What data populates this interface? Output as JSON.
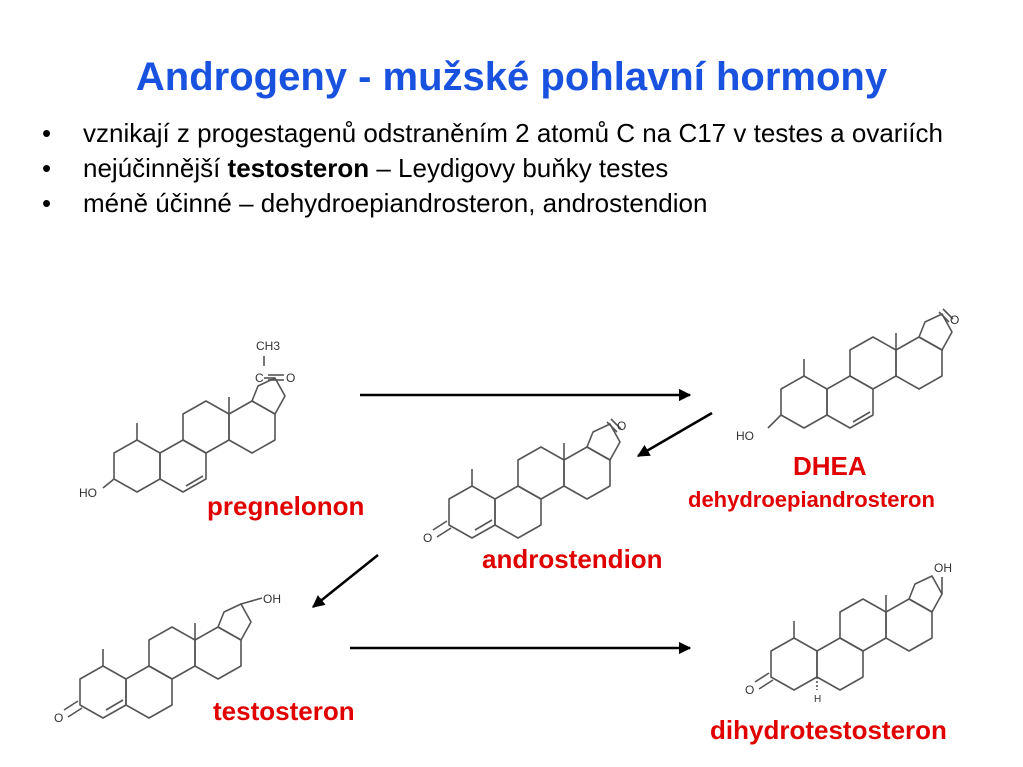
{
  "title": "Androgeny - mužské pohlavní hormony",
  "bullets": {
    "b1": "vznikají z progestagenů odstraněním 2 atomů C na C17 v testes a ovariích",
    "b2_pre": "nejúčinnější ",
    "b2_bold": "testosteron",
    "b2_post": " – Leydigovy buňky testes",
    "b3": "méně účinné – dehydroepiandrosteron, androstendion"
  },
  "bullet_symbol": "•",
  "compounds": {
    "pregnenolone": {
      "label": "pregnelonon",
      "atoms": {
        "ch3": "CH3",
        "c": "C",
        "o": "O",
        "ho": "HO"
      }
    },
    "dhea": {
      "label": "DHEA",
      "sublabel": "dehydroepiandrosteron",
      "atoms": {
        "o": "O",
        "ho": "HO"
      }
    },
    "androstenedione": {
      "label": "androstendion",
      "atoms": {
        "o17": "O",
        "o3": "O"
      }
    },
    "testosterone": {
      "label": "testosteron",
      "atoms": {
        "oh": "OH",
        "o3": "O"
      }
    },
    "dht": {
      "label": "dihydrotestosteron",
      "atoms": {
        "oh": "OH",
        "o3": "O",
        "h": "H"
      }
    }
  },
  "colors": {
    "title": "#1a52e0",
    "label": "#e00000",
    "structure": "#555555"
  }
}
